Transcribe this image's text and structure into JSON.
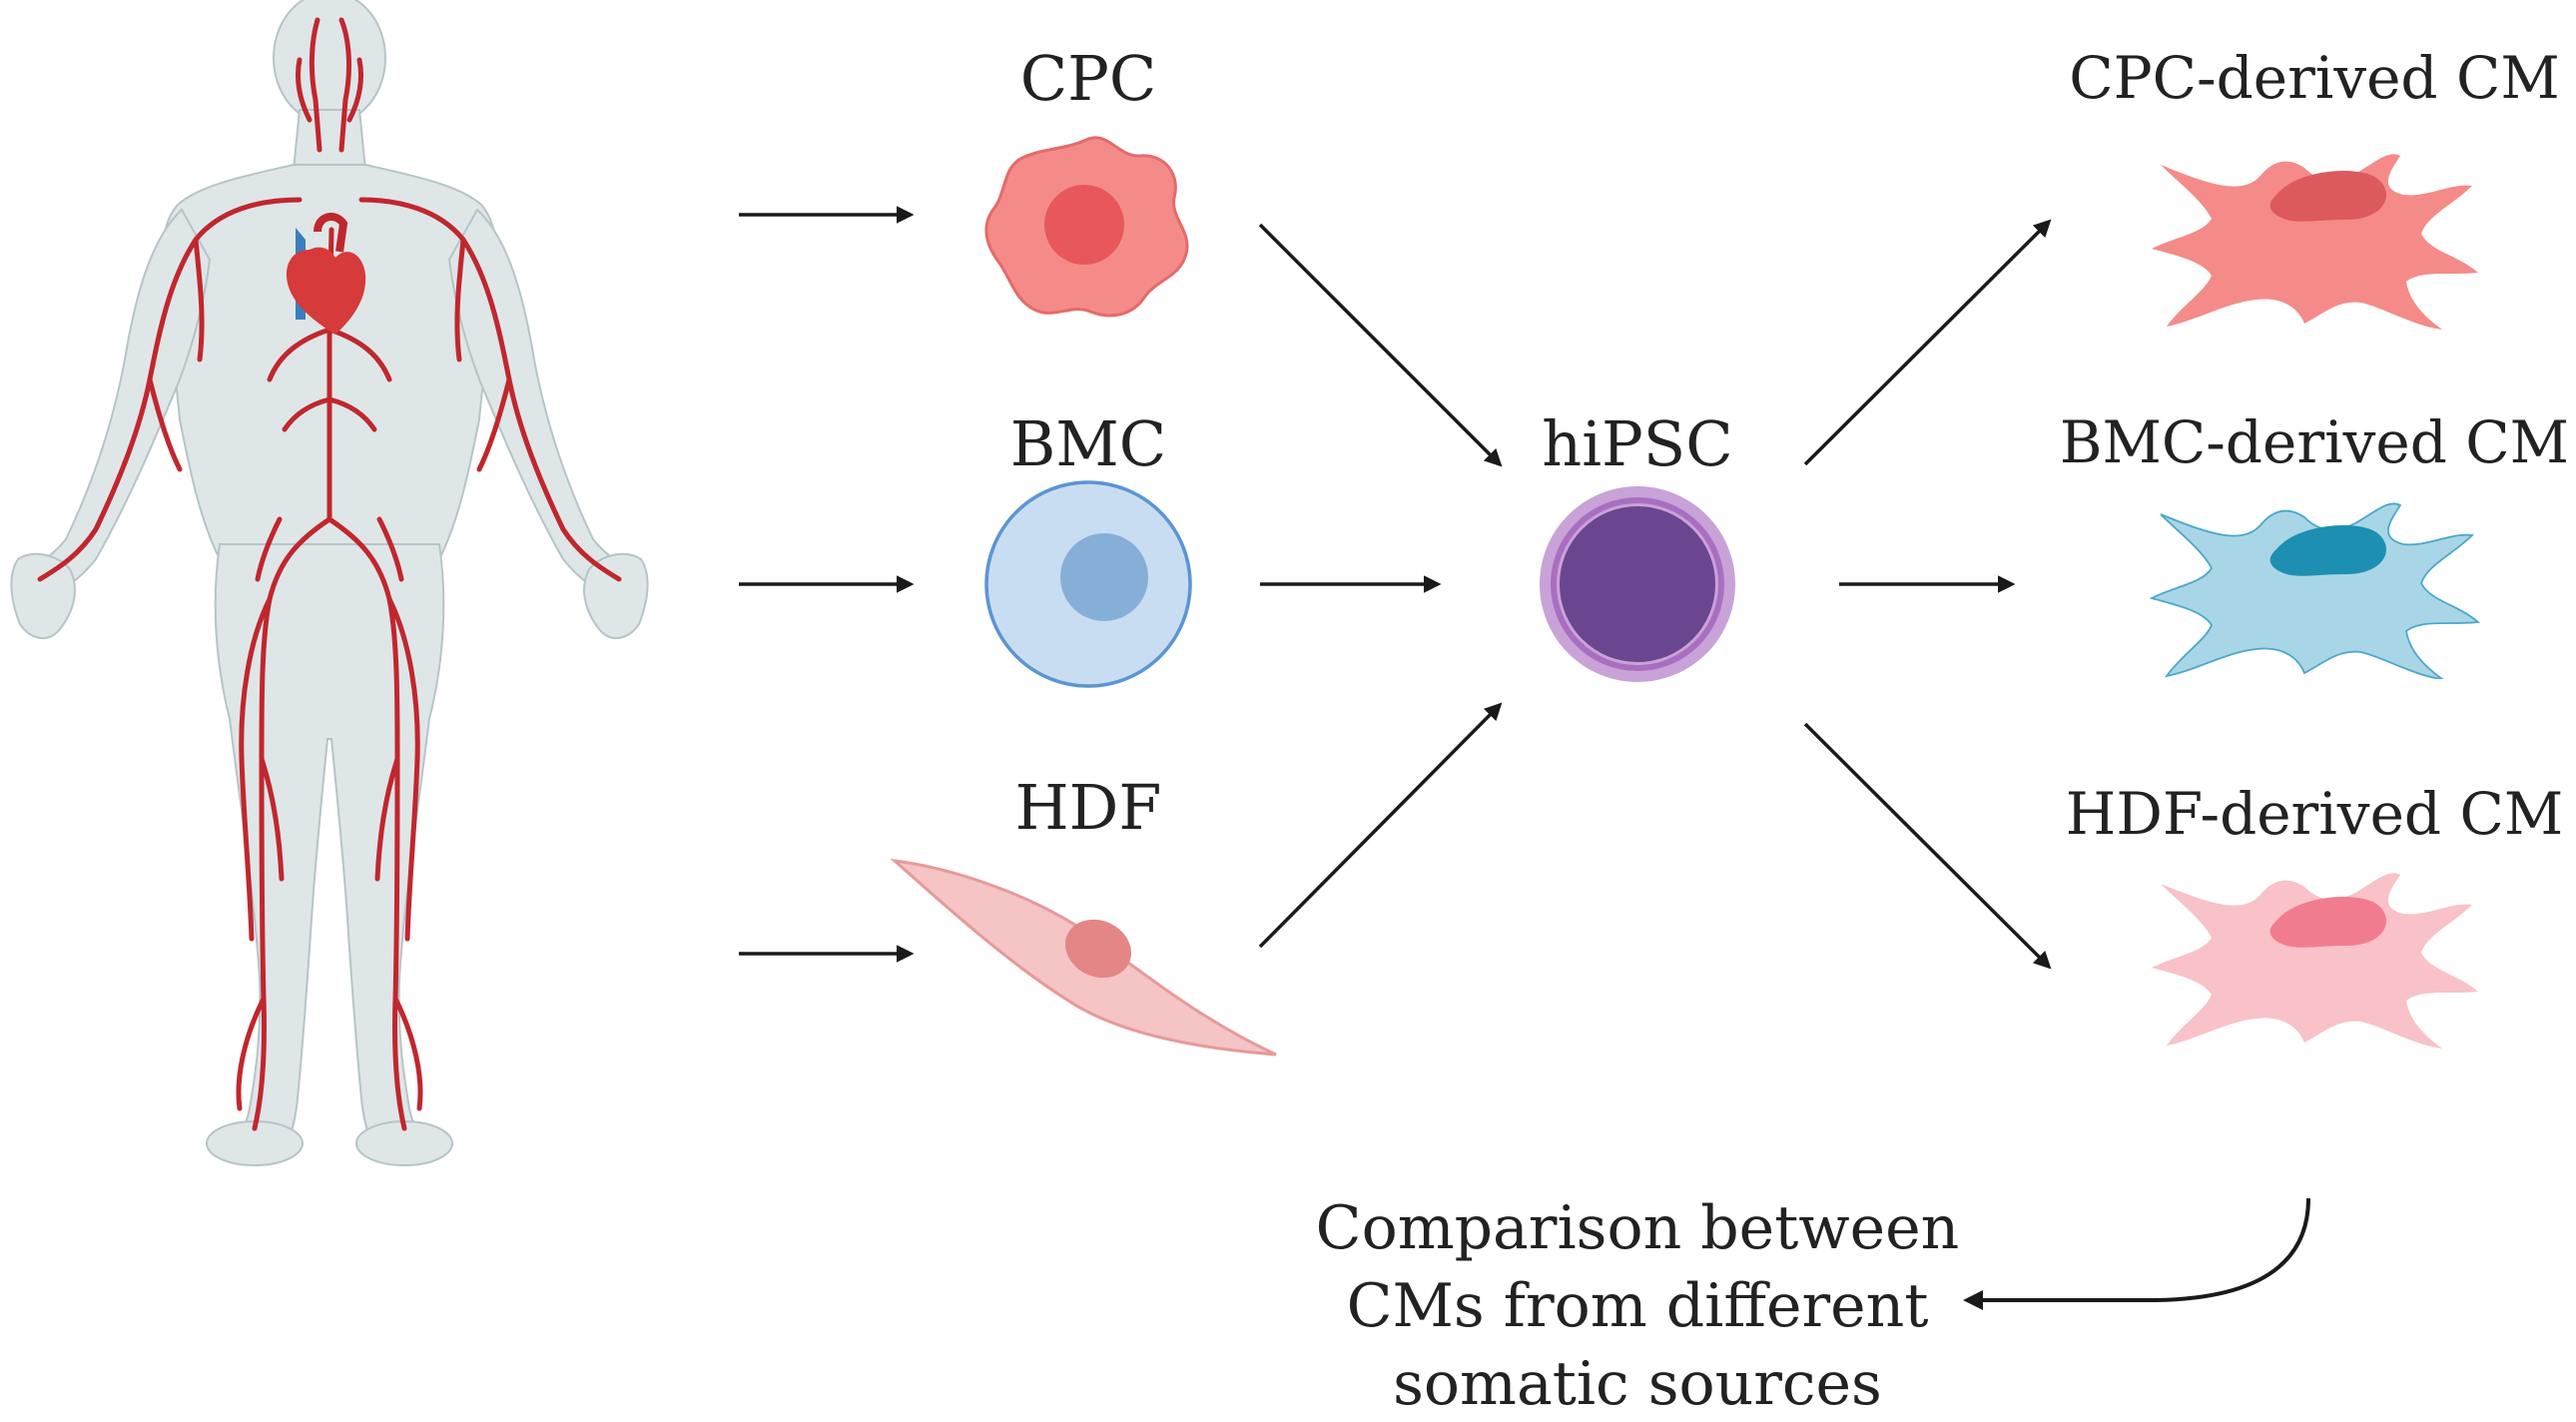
{
  "labels": {
    "cpc": "CPC",
    "bmc": "BMC",
    "hdf": "HDF",
    "hipsc": "hiPSC",
    "cpc_cm": "CPC-derived CM",
    "bmc_cm": "BMC-derived CM",
    "hdf_cm": "HDF-derived CM"
  },
  "caption": {
    "line1": "Comparison between",
    "line2": "CMs from different",
    "line3": "somatic sources"
  },
  "colors": {
    "cpc_fill": "#f48b88",
    "cpc_nucleus": "#e8585a",
    "cpc_stroke": "#e56a6a",
    "bmc_fill": "#c9ddf2",
    "bmc_nucleus": "#86afd8",
    "bmc_stroke": "#5b95d4",
    "hdf_fill": "#f5c4c4",
    "hdf_nucleus": "#e48686",
    "hdf_stroke": "#e69a9a",
    "hipsc_outer": "#c9a2d8",
    "hipsc_ring": "#a86fc0",
    "hipsc_inner": "#6a4691",
    "cm_cpc_fill": "#f48b88",
    "cm_cpc_nucleus": "#dc5a5e",
    "cm_bmc_fill": "#a9d6e6",
    "cm_bmc_nucleus": "#1d8fb2",
    "cm_bmc_stroke": "#4aa7cc",
    "cm_hdf_fill": "#f8c2c8",
    "cm_hdf_nucleus": "#f27c8f",
    "body_fill": "#dfe6e8",
    "body_stroke": "#b6c4c8",
    "artery": "#c0272d",
    "vein": "#3b7ec0",
    "heart": "#d63a3a",
    "arrow": "#1a1a1a"
  },
  "icons": {
    "body": "human-body-icon",
    "heart": "heart-icon",
    "cpc": "cpc-cell-icon",
    "bmc": "bmc-cell-icon",
    "hdf": "hdf-cell-icon",
    "hipsc": "hipsc-cell-icon",
    "cm": "cardiomyocyte-icon"
  }
}
